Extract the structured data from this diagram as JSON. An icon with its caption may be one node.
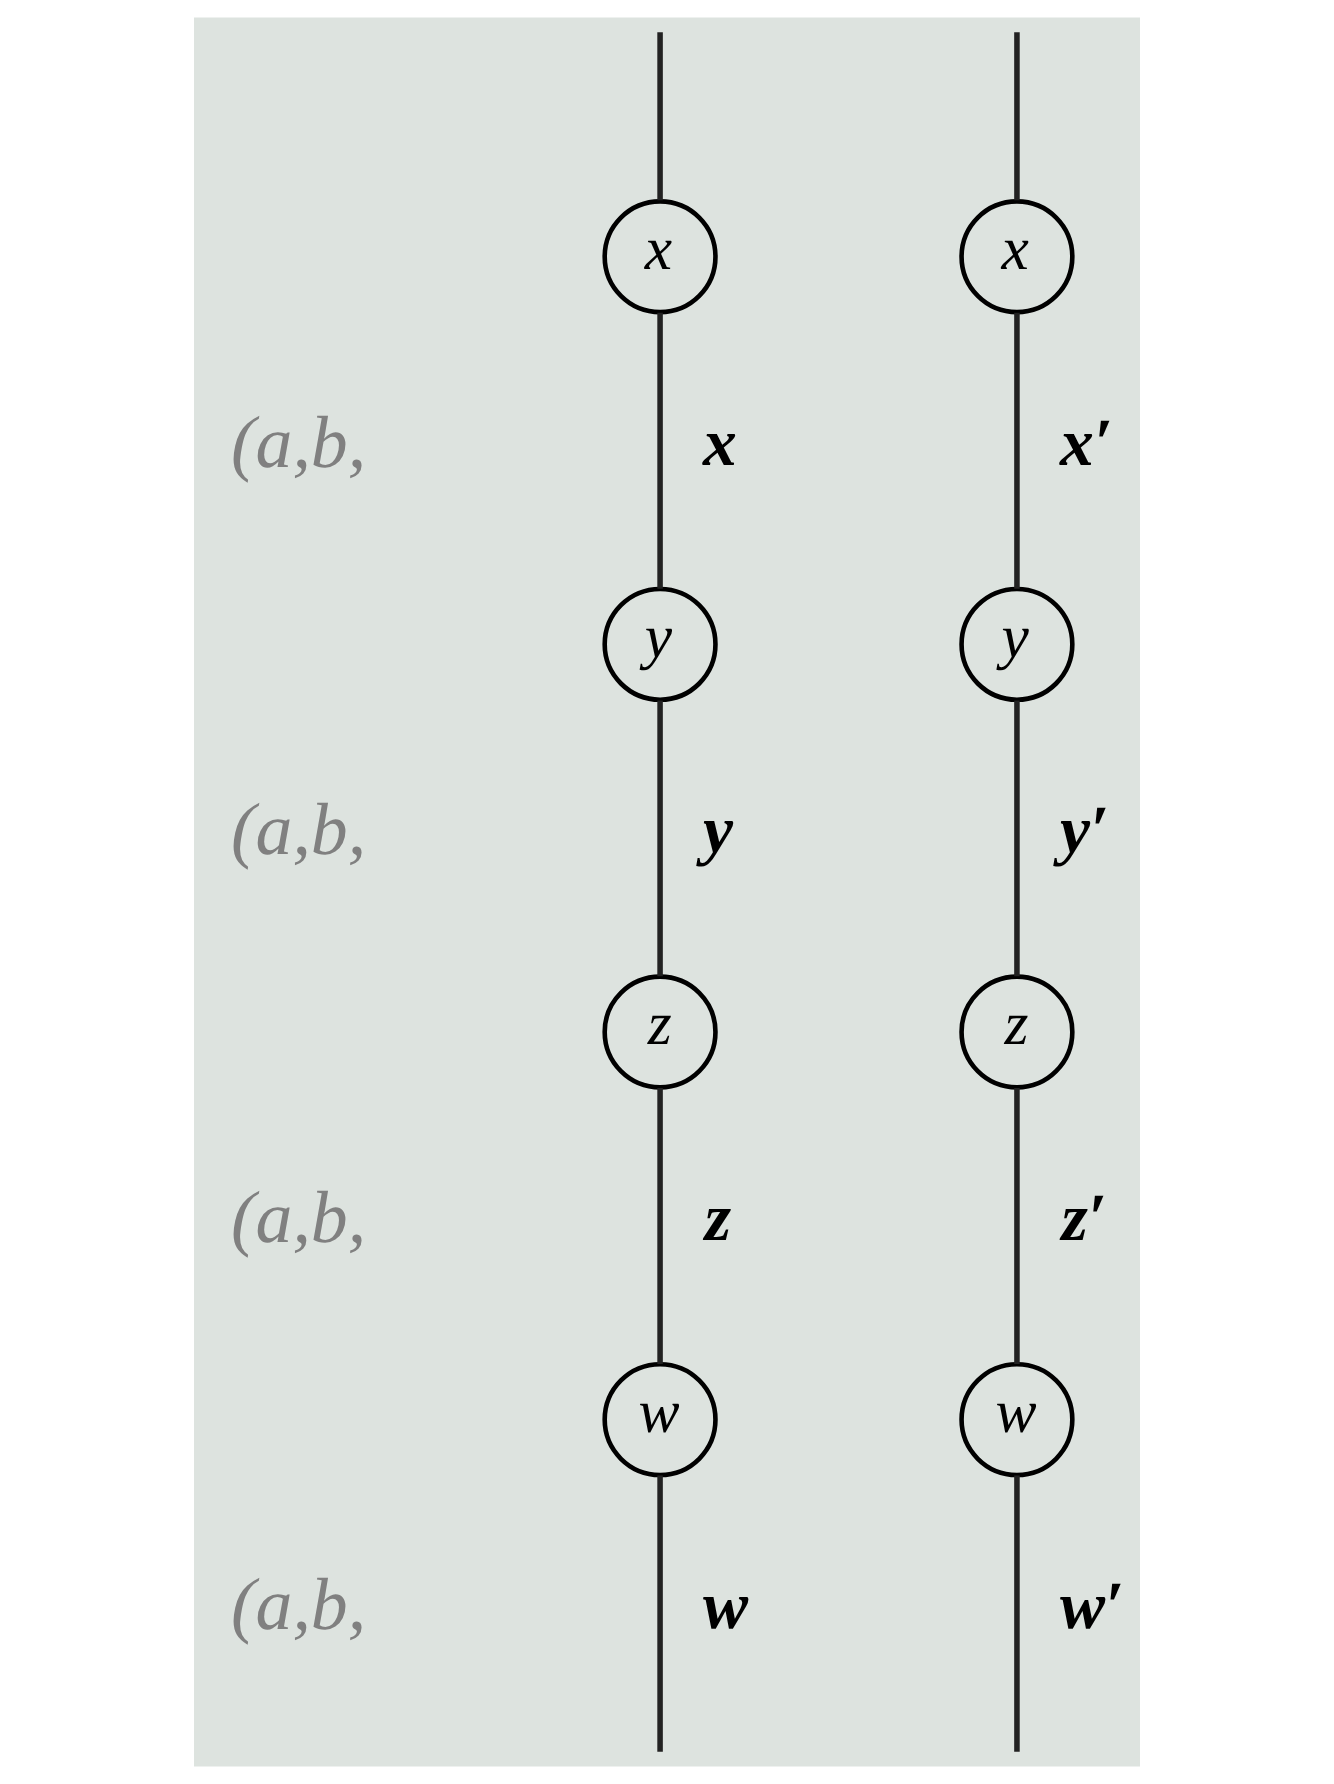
{
  "diagram": {
    "nodes": [
      {
        "text": [
          "x"
        ]
      },
      {
        "text": [
          "y"
        ]
      },
      {
        "text": [
          "z"
        ]
      },
      {
        "text": [
          "w"
        ]
      },
      {
        "text": [
          "x"
        ]
      },
      {
        "text": [
          "y"
        ]
      },
      {
        "text": [
          "z"
        ]
      },
      {
        "text": [
          "w"
        ]
      }
    ],
    "edges": [
      {
        "from": null,
        "to": 0,
        "arrow": "none"
      },
      {
        "from": 0,
        "to": 1,
        "arrow": "none",
        "label": "x"
      },
      {
        "from": 1,
        "to": 2,
        "arrow": "none",
        "label": "y"
      },
      {
        "from": 2,
        "to": 3,
        "arrow": "none",
        "label": "z"
      },
      {
        "from": 3,
        "to": null,
        "arrow": "none",
        "label": "w"
      },
      {
        "from": null,
        "to": 4,
        "arrow": "none"
      },
      {
        "from": 4,
        "to": 5,
        "arrow": "none",
        "label": "x′"
      },
      {
        "from": 5,
        "to": 6,
        "arrow": "none",
        "label": "y′"
      },
      {
        "from": 6,
        "to": 7,
        "arrow": "none",
        "label": "z′"
      },
      {
        "from": 7,
        "to": null,
        "arrow": "none",
        "label": "w′"
      }
    ],
    "labels": [
      "(a,b,",
      "(a,b,",
      "(a,b,",
      "(a,b,"
    ]
  }
}
